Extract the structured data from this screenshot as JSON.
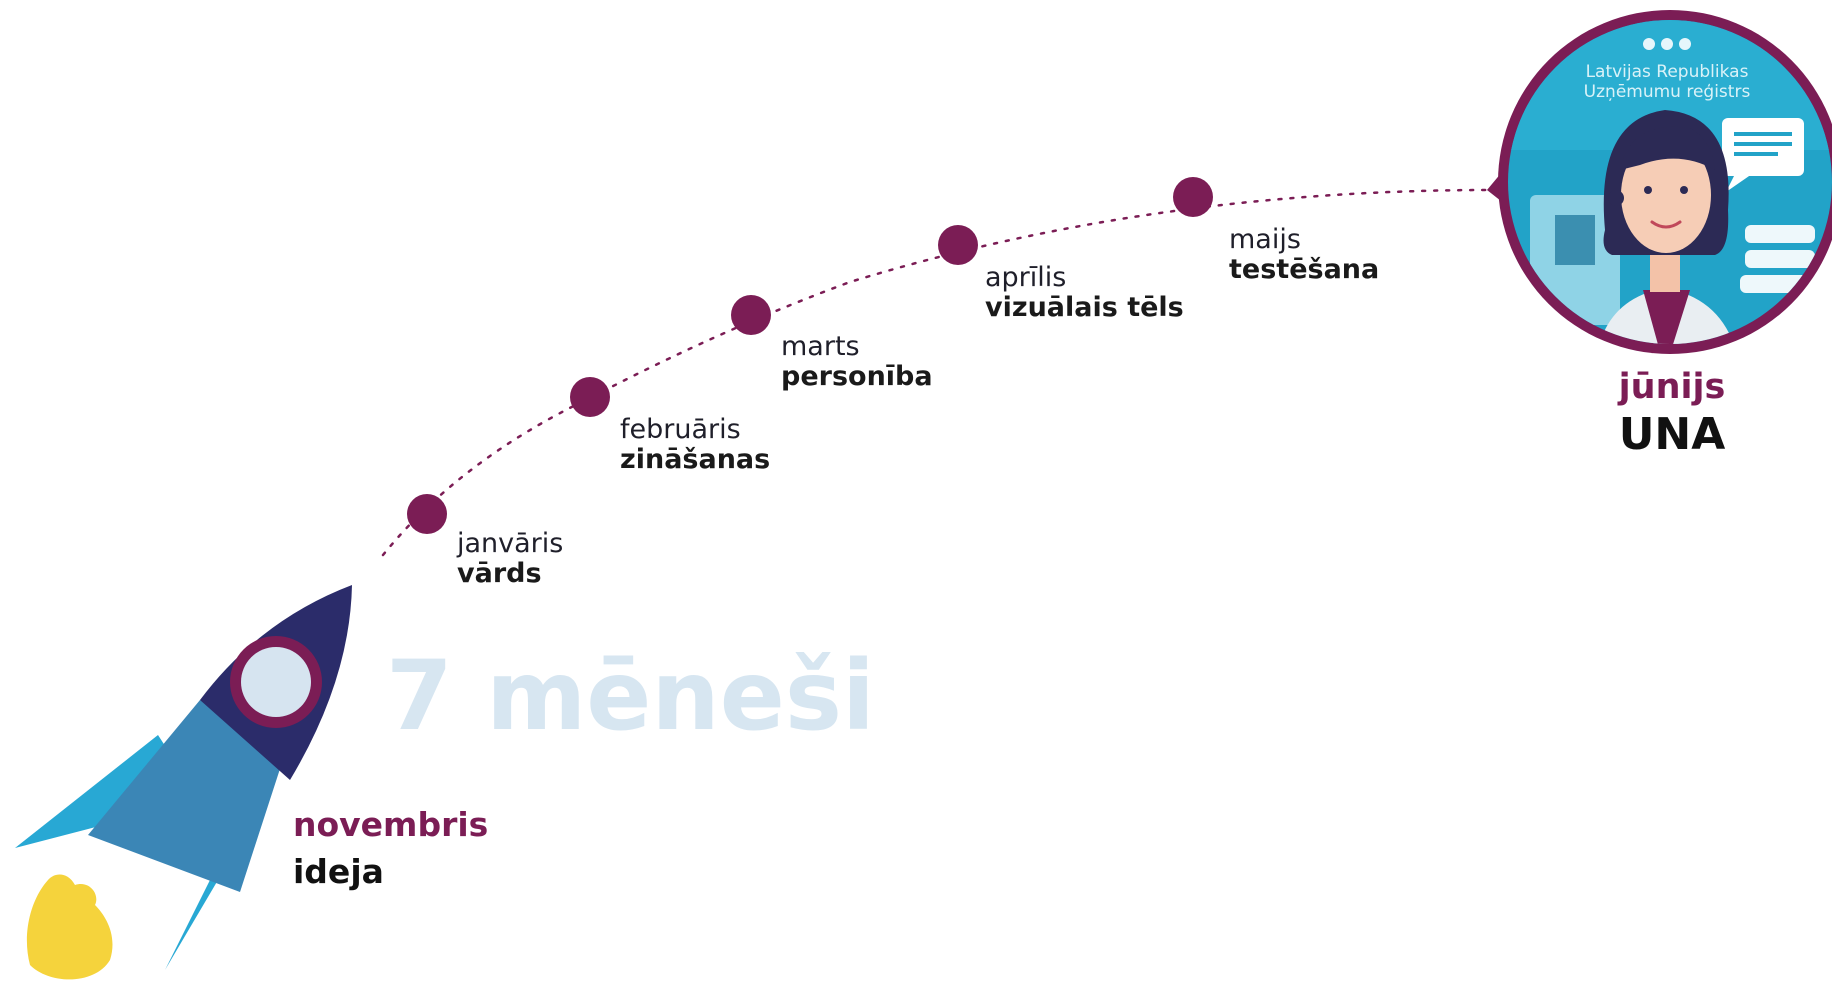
{
  "colors": {
    "accent": "#7b1d55",
    "milestone_dot": "#7b1d55",
    "duration_text": "#d7e6f1",
    "rocket_body": "#3b86b6",
    "rocket_nose": "#2b2c6a",
    "rocket_fin": "#28a8d4",
    "flame": "#f5d33c",
    "badge_bg": "#22a3c8"
  },
  "timeline": {
    "duration_label": "7 mēneši",
    "start": {
      "month": "novembris",
      "stage": "ideja",
      "icon": "rocket-icon"
    },
    "milestones": [
      {
        "month": "janvāris",
        "stage": "vārds"
      },
      {
        "month": "februāris",
        "stage": "zināšanas"
      },
      {
        "month": "marts",
        "stage": "personība"
      },
      {
        "month": "aprīlis",
        "stage": "vizuālais tēls"
      },
      {
        "month": "maijs",
        "stage": "testēšana"
      }
    ],
    "end": {
      "month": "jūnijs",
      "stage": "UNA",
      "icon": "avatar-icon"
    }
  },
  "badge": {
    "line1": "Latvijas Republikas",
    "line2": "Uzņēmumu reģistrs"
  }
}
